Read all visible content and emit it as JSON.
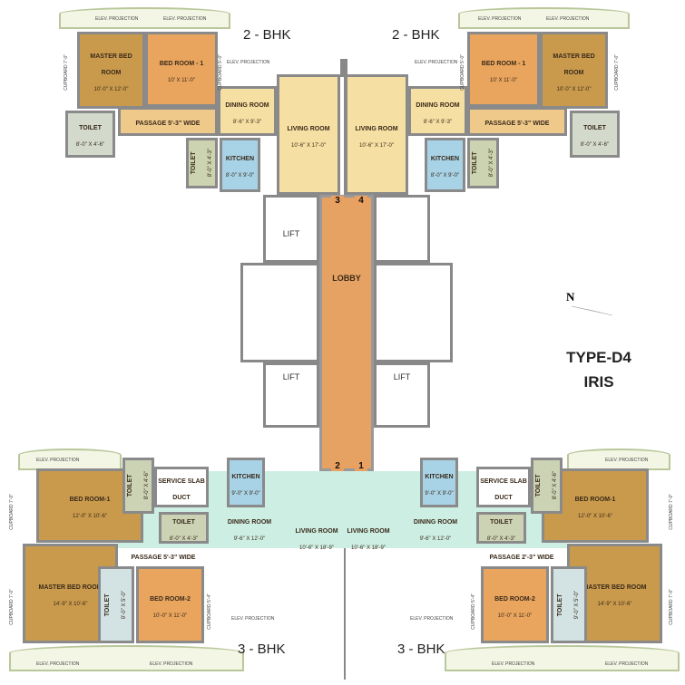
{
  "units_top": [
    {
      "label": "2 - BHK",
      "rooms": [
        {
          "name": "MASTER BED ROOM",
          "size": "10'-0\" X 12'-0\""
        },
        {
          "name": "BED ROOM - 1",
          "size": "10' X 11'-0\""
        },
        {
          "name": "DINING ROOM",
          "size": "8'-6\" X 9'-3\""
        },
        {
          "name": "LIVING ROOM",
          "size": "10'-6\" X 17'-0\""
        },
        {
          "name": "PASSAGE 5'-3\" WIDE",
          "size": ""
        },
        {
          "name": "TOILET",
          "size": "8'-0\" X 4'-6\""
        },
        {
          "name": "TOILET",
          "size": "8'-0\" X 4'-3\""
        },
        {
          "name": "KITCHEN",
          "size": "8'-0\" X 9'-0\""
        }
      ],
      "notes": [
        "ELEV. PROJECTION",
        "ELEV. PROJECTION",
        "ELEV. PROJECTION",
        "CUPBOARD 7'-0\"",
        "CUPBOARD 5'-0\""
      ]
    },
    {
      "label": "2 - BHK",
      "rooms": [
        {
          "name": "MASTER BED ROOM",
          "size": "10'-0\" X 12'-0\""
        },
        {
          "name": "BED ROOM - 1",
          "size": "10' X 11'-0\""
        },
        {
          "name": "DINING ROOM",
          "size": "8'-6\" X 9'-3\""
        },
        {
          "name": "LIVING ROOM",
          "size": "10'-6\" X 17'-0\""
        },
        {
          "name": "PASSAGE 5'-3\" WIDE",
          "size": ""
        },
        {
          "name": "TOILET",
          "size": "8'-0\" X 4'-6\""
        },
        {
          "name": "TOILET",
          "size": "8'-0\" X 4'-3\""
        },
        {
          "name": "KITCHEN",
          "size": "8'-0\" X 9'-0\""
        }
      ],
      "notes": [
        "ELEV. PROJECTION",
        "ELEV. PROJECTION",
        "ELEV. PROJECTION",
        "CUPBOARD 7'-0\"",
        "CUPBOARD 5'-0\""
      ]
    }
  ],
  "units_bottom": [
    {
      "label": "3 - BHK",
      "rooms": [
        {
          "name": "BED ROOM-1",
          "size": "12'-0\" X 10'-6\""
        },
        {
          "name": "MASTER BED ROOM",
          "size": "14'-9\" X 10'-6\""
        },
        {
          "name": "TOILET",
          "size": "9'-0\" X 5'-0\""
        },
        {
          "name": "BED ROOM-2",
          "size": "10'-0\" X 11'-0\""
        },
        {
          "name": "DINING ROOM",
          "size": "9'-6\" X 12'-0\""
        },
        {
          "name": "LIVING ROOM",
          "size": "10'-6\" X 18'-9\""
        },
        {
          "name": "PASSAGE 5'-3\" WIDE",
          "size": ""
        },
        {
          "name": "TOILET",
          "size": "8'-0\" X 4'-6\""
        },
        {
          "name": "TOILET",
          "size": "8'-0\" X 4'-3\""
        },
        {
          "name": "KITCHEN",
          "size": "9'-0\" X 9'-0\""
        },
        {
          "name": "SERVICE SLAB DUCT",
          "size": ""
        }
      ],
      "notes": [
        "ELEV. PROJECTION",
        "ELEV. PROJECTION",
        "ELEV. PROJECTION",
        "ELEV. PROJECTION",
        "CUPBOARD 7'-0\"",
        "CUPBOARD 7'-0\"",
        "CUPBOARD 5'-4\""
      ]
    },
    {
      "label": "3 - BHK",
      "rooms": [
        {
          "name": "BED ROOM-1",
          "size": "12'-0\" X 10'-6\""
        },
        {
          "name": "MASTER BED ROOM",
          "size": "14'-9\" X 10'-6\""
        },
        {
          "name": "TOILET",
          "size": "9'-0\" X 5'-0\""
        },
        {
          "name": "BED ROOM-2",
          "size": "10'-0\" X 11'-0\""
        },
        {
          "name": "DINING ROOM",
          "size": "9'-6\" X 12'-0\""
        },
        {
          "name": "LIVING ROOM",
          "size": "10'-6\" X 18'-9\""
        },
        {
          "name": "PASSAGE 2'-3\" WIDE",
          "size": ""
        },
        {
          "name": "TOILET",
          "size": "8'-0\" X 4'-6\""
        },
        {
          "name": "TOILET",
          "size": "8'-0\" X 4'-3\""
        },
        {
          "name": "KITCHEN",
          "size": "9'-0\" X 9'-0\""
        },
        {
          "name": "SERVICE SLAB DUCT",
          "size": ""
        }
      ],
      "notes": [
        "ELEV. PROJECTION",
        "ELEV. PROJECTION",
        "ELEV. PROJECTION",
        "ELEV. PROJECTION",
        "CUPBOARD 7'-0\"",
        "CUPBOARD 7'-0\"",
        "CUPBOARD 5'-4\""
      ]
    }
  ],
  "core": {
    "lobby": "LOBBY",
    "lift_left_top": "LIFT",
    "lift_left_bottom": "LIFT",
    "lift_right_bottom": "LIFT",
    "flats": [
      "3",
      "4",
      "2",
      "1"
    ]
  },
  "legend": {
    "north": "N",
    "type": "TYPE-D4",
    "name": "IRIS"
  },
  "colors": {
    "master": "#c99a4c",
    "bedroom": "#e9a55e",
    "living_top": "#f5dfa2",
    "living_bottom": "#cdeee3",
    "kitchen": "#a8d3e6",
    "toilet": "#d3dacb",
    "lobby": "#e6a262"
  }
}
